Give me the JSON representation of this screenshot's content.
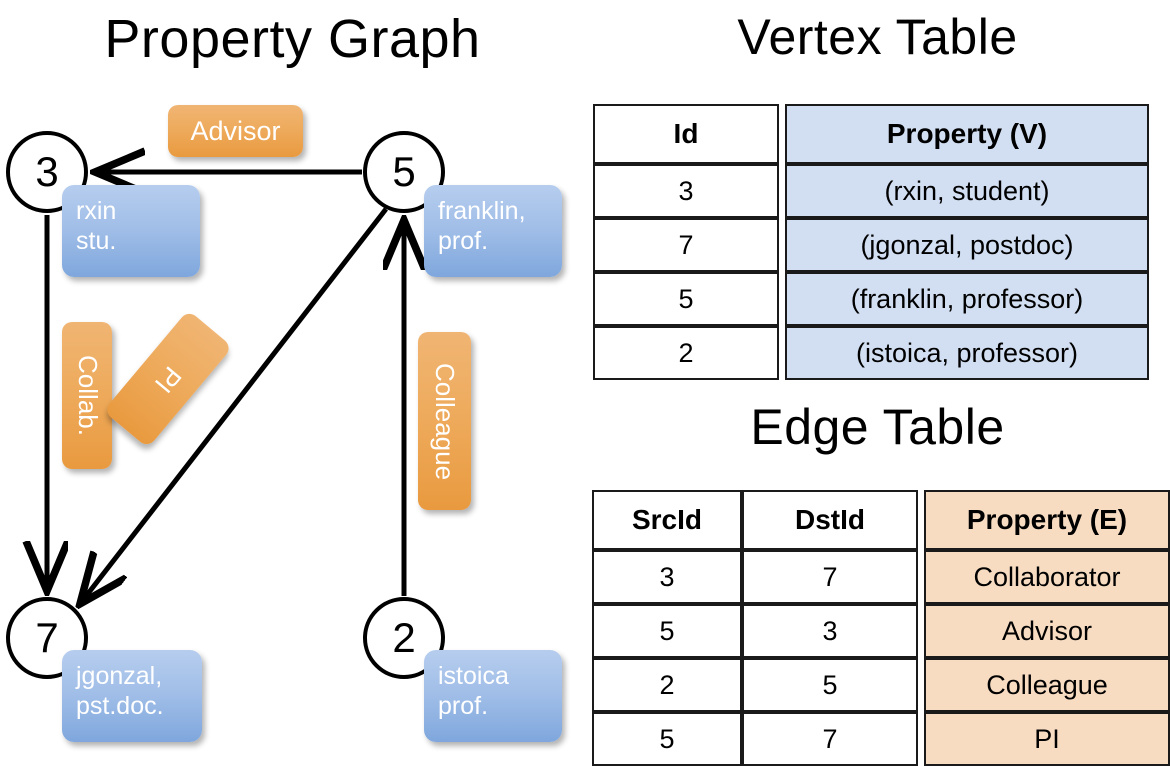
{
  "titles": {
    "property_graph": "Property Graph",
    "vertex_table": "Vertex Table",
    "edge_table": "Edge Table"
  },
  "graph": {
    "nodes": [
      {
        "id": "3",
        "property": "rxin\nstu."
      },
      {
        "id": "5",
        "property": "franklin,\nprof."
      },
      {
        "id": "7",
        "property": "jgonzal,\npst.doc."
      },
      {
        "id": "2",
        "property": "istoica\nprof."
      }
    ],
    "edge_labels": [
      {
        "name": "advisor",
        "label": "Advisor"
      },
      {
        "name": "collab",
        "label": "Collab."
      },
      {
        "name": "pi",
        "label": "PI"
      },
      {
        "name": "colleague",
        "label": "Colleague"
      }
    ]
  },
  "vertex_table": {
    "headers": [
      "Id",
      "Property (V)"
    ],
    "rows": [
      {
        "id": "3",
        "property": "(rxin, student)"
      },
      {
        "id": "7",
        "property": "(jgonzal, postdoc)"
      },
      {
        "id": "5",
        "property": "(franklin, professor)"
      },
      {
        "id": "2",
        "property": "(istoica, professor)"
      }
    ],
    "header_fill": "#d2dff2"
  },
  "edge_table": {
    "headers": [
      "SrcId",
      "DstId",
      "Property (E)"
    ],
    "rows": [
      {
        "src": "3",
        "dst": "7",
        "property": "Collaborator"
      },
      {
        "src": "5",
        "dst": "3",
        "property": "Advisor"
      },
      {
        "src": "2",
        "dst": "5",
        "property": "Colleague"
      },
      {
        "src": "5",
        "dst": "7",
        "property": "PI"
      }
    ],
    "header_fill": "#f7dcc2"
  },
  "colors": {
    "vertex_property_fill": "#d2dff2",
    "edge_property_fill": "#f7dcc2",
    "node_box_blue": "#a2bfe8",
    "edge_label_orange": "#eeab5d",
    "stroke": "#000000"
  }
}
